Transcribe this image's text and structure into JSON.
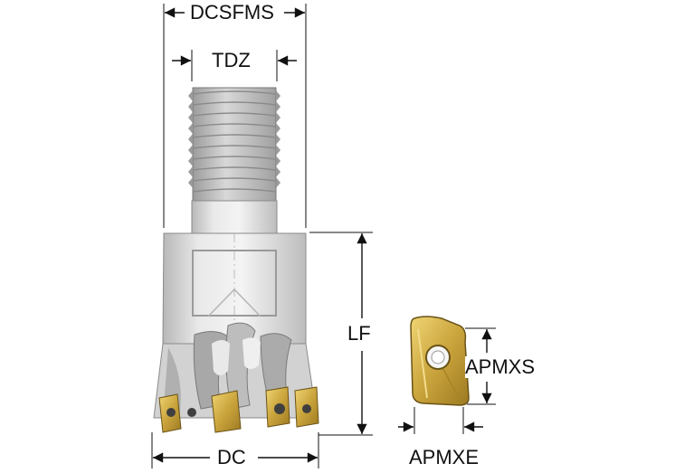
{
  "labels": {
    "dcsfms": "DCSFMS",
    "tdz": "TDZ",
    "lf": "LF",
    "dc": "DC",
    "apmxs": "APMXS",
    "apmxe": "APMXE"
  },
  "colors": {
    "line": "#1a1a1a",
    "body_light": "#e6e6e6",
    "body_mid": "#c9c9c9",
    "body_dark": "#a9a9a9",
    "insert_gold": "#c8a43a",
    "insert_gold_light": "#e3c45e",
    "screw": "#4a4a4a"
  }
}
